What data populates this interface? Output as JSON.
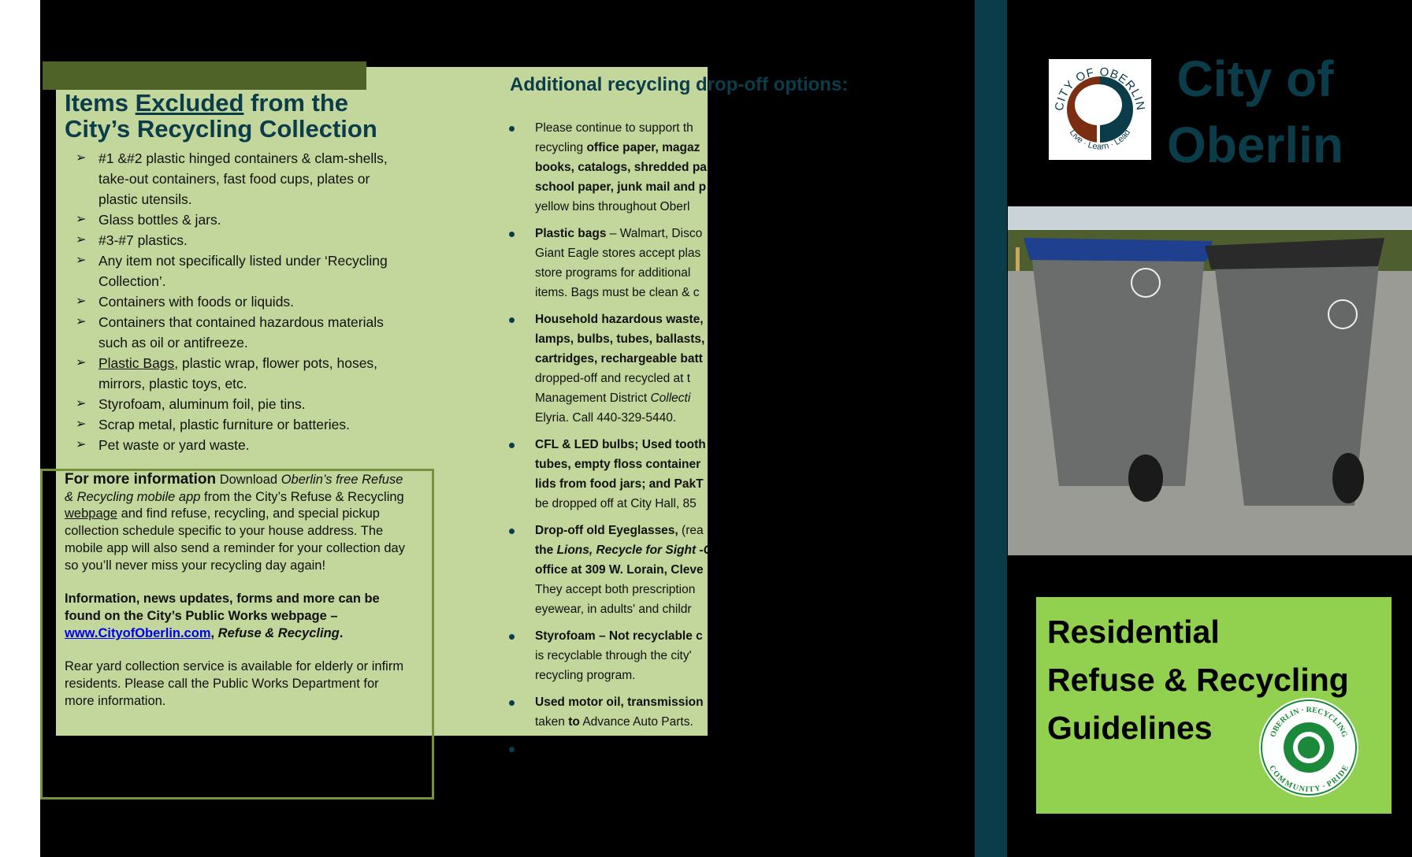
{
  "left_panel": {
    "heading_pre": "Items ",
    "heading_underlined": "Excluded",
    "heading_post": " from the",
    "heading_line2": "City’s Recycling Collection",
    "excluded_items": [
      [
        {
          "t": "#1 &#2 plastic hinged containers & clam-shells, take-out containers, fast food cups, plates or plastic utensils."
        }
      ],
      [
        {
          "t": "Glass bottles & jars."
        }
      ],
      [
        {
          "t": "#3-#7 plastics."
        }
      ],
      [
        {
          "t": "Any item not specifically listed under ‘Recycling Collection’."
        }
      ],
      [
        {
          "t": "Containers with foods or liquids."
        }
      ],
      [
        {
          "t": "Containers that contained hazardous materials such as oil or antifreeze."
        }
      ],
      [
        {
          "t": "Plastic Bags",
          "u": true
        },
        {
          "t": ", plastic wrap, flower pots, hoses, mirrors, plastic toys, etc."
        }
      ],
      [
        {
          "t": "Styrofoam, aluminum foil, pie tins."
        }
      ],
      [
        {
          "t": "Scrap metal, plastic furniture or batteries."
        }
      ],
      [
        {
          "t": "Pet waste or yard waste."
        }
      ]
    ],
    "bullet_glyph": "➢"
  },
  "info": {
    "p1": [
      {
        "t": "For more information",
        "b": true,
        "big": true
      },
      {
        "t": " Download "
      },
      {
        "t": "Oberlin’s free Refuse & Recycling mobile app",
        "i": true
      },
      {
        "t": " from the City’s Refuse & Recycling "
      },
      {
        "t": "webpage",
        "u": true
      },
      {
        "t": " and find refuse, recycling, and special pickup collection schedule specific to your house address. The mobile app will also send a reminder for your collection day so you’ll never miss your recycling day again!"
      }
    ],
    "p2": [
      {
        "t": "Information, news updates, forms and more can be found on the City’s Public Works webpage – ",
        "b": true
      },
      {
        "t": "www.CityofOberlin.com",
        "link": true
      },
      {
        "t": ", ",
        "b": true
      },
      {
        "t": "Refuse & Recycling",
        "b": true,
        "i": true
      },
      {
        "t": ".",
        "b": true
      }
    ],
    "p3": [
      {
        "t": "Rear yard collection service is available for elderly or infirm residents. Please call the Public Works Department for more information."
      }
    ]
  },
  "middle": {
    "heading": "Additional recycling drop-off options:",
    "bullets": [
      [
        [
          {
            "t": "Please continue to support th"
          }
        ],
        [
          {
            "t": "recycling "
          },
          {
            "t": "office paper, magaz",
            "b": true
          }
        ],
        [
          {
            "t": "books, catalogs, shredded pa",
            "b": true
          }
        ],
        [
          {
            "t": "school paper, junk mail and p",
            "b": true
          }
        ],
        [
          {
            "t": "yellow bins throughout Oberl"
          }
        ]
      ],
      [
        [
          {
            "t": "Plastic bags",
            "b": true
          },
          {
            "t": " – Walmart, Disco"
          }
        ],
        [
          {
            "t": "Giant Eagle stores accept plas"
          }
        ],
        [
          {
            "t": "store programs for additional"
          }
        ],
        [
          {
            "t": "items. Bags must be clean & c"
          }
        ]
      ],
      [
        [
          {
            "t": "Household hazardous waste,",
            "b": true
          }
        ],
        [
          {
            "t": "lamps, bulbs, tubes, ballasts,",
            "b": true
          }
        ],
        [
          {
            "t": "cartridges, rechargeable batt",
            "b": true
          }
        ],
        [
          {
            "t": "dropped-off and recycled at t"
          }
        ],
        [
          {
            "t": "Management District "
          },
          {
            "t": "Collecti",
            "i": true
          }
        ],
        [
          {
            "t": "Elyria. Call 440-329-5440."
          }
        ]
      ],
      [
        [
          {
            "t": "CFL & LED bulbs; Used tooth",
            "b": true
          }
        ],
        [
          {
            "t": "tubes, empty floss container",
            "b": true
          }
        ],
        [
          {
            "t": "lids from food jars; and PakT",
            "b": true
          }
        ],
        [
          {
            "t": "be dropped off at City Hall, 85"
          }
        ]
      ],
      [
        [
          {
            "t": "Drop-off old Eyeglasses,",
            "b": true
          },
          {
            "t": " (rea"
          }
        ],
        [
          {
            "t": "the ",
            "b": true
          },
          {
            "t": "Lions, Recycle for Sight -C",
            "b": true,
            "i": true
          }
        ],
        [
          {
            "t": "office at 309 W. Lorain, Cleve",
            "b": true
          }
        ],
        [
          {
            "t": "They accept both prescription"
          }
        ],
        [
          {
            "t": "eyewear, in adults' and childr"
          }
        ]
      ],
      [
        [
          {
            "t": "Styrofoam – Not recyclable c",
            "b": true
          }
        ],
        [
          {
            "t": "is recyclable through the city'"
          }
        ],
        [
          {
            "t": "recycling program."
          }
        ]
      ],
      [
        [
          {
            "t": "Used motor oil, transmission",
            "b": true
          }
        ],
        [
          {
            "t": "taken "
          },
          {
            "t": "to",
            "b": true
          },
          {
            "t": " Advance Auto Parts."
          }
        ]
      ],
      [
        [
          {
            "t": ""
          }
        ]
      ]
    ]
  },
  "cover": {
    "seal_text_top": "CITY OF OBERLIN",
    "seal_text_bottom": "Live · Learn · Lead",
    "title_line1": "City of",
    "title_line2": "Oberlin",
    "guide_lines": [
      "Residential",
      "Refuse & Recycling",
      "Guidelines"
    ],
    "recycling_logo_text_top": "OBERLIN · RECYCLING",
    "recycling_logo_text_bottom": "COMMUNITY · PRIDE"
  },
  "colors": {
    "teal": "#0b3c4a",
    "olive": "#4f6228",
    "panel_green": "#c3d69b",
    "bright_green": "#92d050",
    "border_olive": "#76923c"
  }
}
